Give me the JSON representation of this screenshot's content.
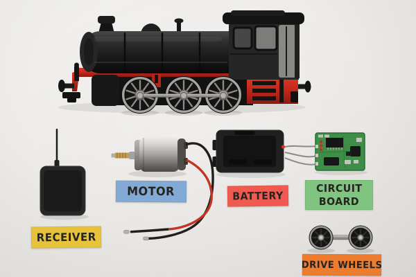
{
  "scene": {
    "background_color": "#ebe9e6"
  },
  "labels": {
    "receiver": {
      "text": "RECEIVER",
      "bg": "#e7c33b"
    },
    "motor": {
      "text": "MOTOR",
      "bg": "#83aad5"
    },
    "battery": {
      "text": "BATTERY",
      "bg": "#f15a50"
    },
    "circuit_board": {
      "text": "CIRCUIT BOARD",
      "bg": "#7fc481"
    },
    "drive_wheels": {
      "text": "DRIVE WHEELS",
      "bg": "#ee7c2e"
    }
  },
  "label_text_color": "#262420",
  "part_colors": {
    "locomotive_black": "#1d1d1d",
    "locomotive_red": "#c3281c",
    "wheel_silver": "#a8a5a1",
    "motor_silver": "#b9b6b3",
    "motor_shaft_gold": "#c49c50",
    "pcb_green": "#3e8e49",
    "wire_red": "#c23426",
    "wire_black": "#211f1c",
    "wire_gray": "#8d8a85"
  }
}
